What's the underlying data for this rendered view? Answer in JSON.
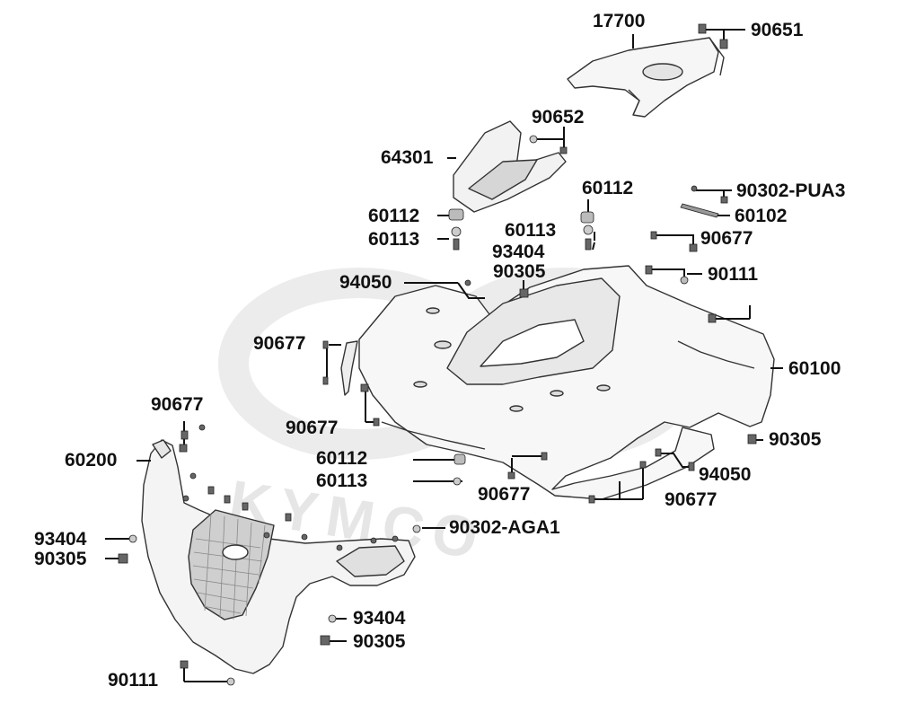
{
  "diagram": {
    "brand_watermark": "KYMCO",
    "callouts": {
      "p17700": "17700",
      "p90651": "90651",
      "p90652": "90652",
      "p64301": "64301",
      "p60112_top": "60112",
      "p60112_left": "60112",
      "p60113_left": "60113",
      "p60113_right": "60113",
      "p93404_top": "93404",
      "p90305_top": "90305",
      "p94050_left": "94050",
      "p90302_pua3": "90302-PUA3",
      "p60102": "60102",
      "p90677_right_top": "90677",
      "p90111_right": "90111",
      "p60100": "60100",
      "p90677_mid_left": "90677",
      "p90677_mid_lower": "90677",
      "p90677_front_top": "90677",
      "p60200": "60200",
      "p90305_right": "90305",
      "p60112_bottom": "60112",
      "p60113_bottom": "60113",
      "p94050_right": "94050",
      "p90677_bottom_center": "90677",
      "p90677_bottom_right": "90677",
      "p90302_aga1": "90302-AGA1",
      "p93404_left": "93404",
      "p90305_left": "90305",
      "p93404_bottom": "93404",
      "p90305_bottom": "90305",
      "p90111_bottom": "90111"
    }
  }
}
